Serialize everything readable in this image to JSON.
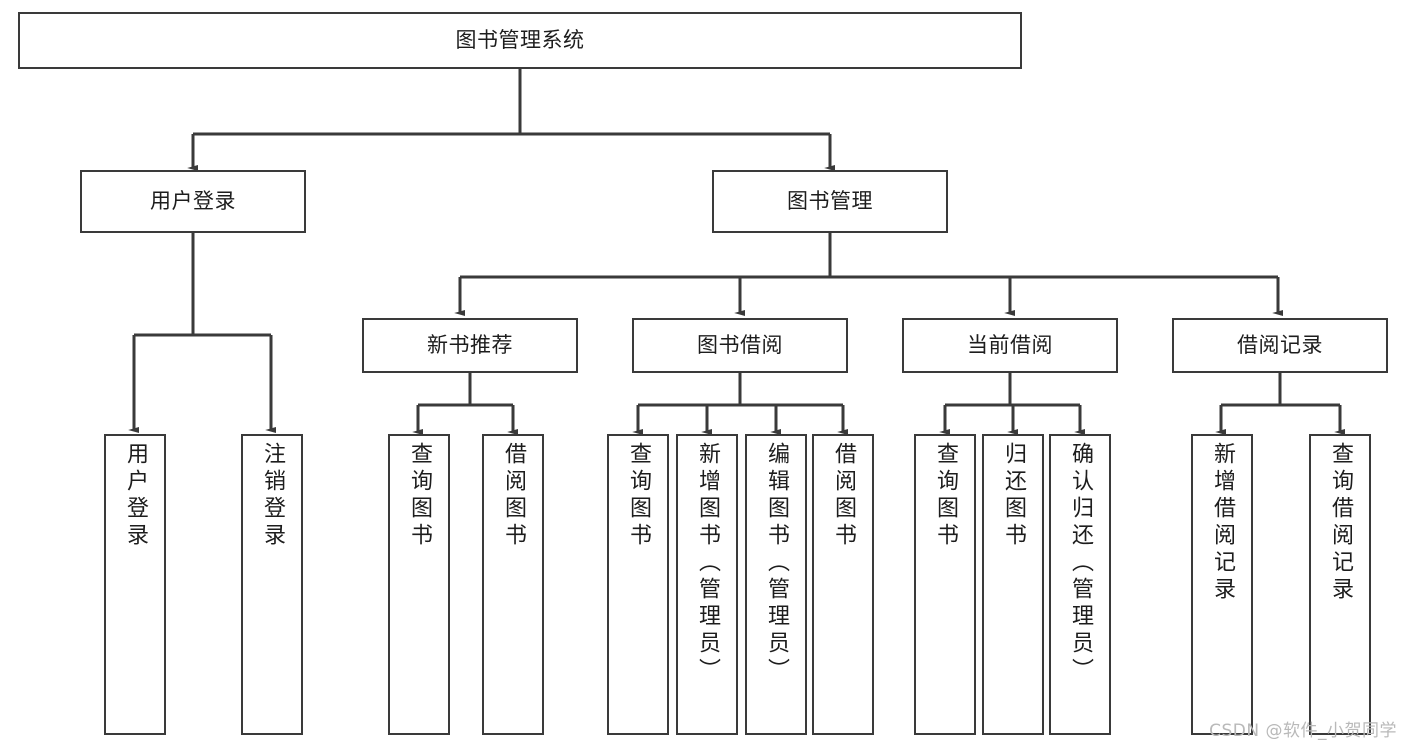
{
  "diagram": {
    "title": "图书管理系统",
    "watermark": "CSDN @软件_小贺同学",
    "line_color": "#3a3a3a",
    "box_fill": "#ffffff",
    "text_color": "#1d1d1d",
    "watermark_color": "#b9b9b9",
    "levels": {
      "root": {
        "label": "图书管理系统"
      },
      "level1": [
        {
          "id": "user-login",
          "label": "用户登录"
        },
        {
          "id": "book-management",
          "label": "图书管理"
        }
      ],
      "level2": [
        {
          "id": "new-book-recommend",
          "label": "新书推荐",
          "parent": "book-management"
        },
        {
          "id": "book-borrow",
          "label": "图书借阅",
          "parent": "book-management"
        },
        {
          "id": "current-borrow",
          "label": "当前借阅",
          "parent": "book-management"
        },
        {
          "id": "borrow-record",
          "label": "借阅记录",
          "parent": "book-management"
        }
      ],
      "leaves": [
        {
          "id": "leaf-user-login",
          "label": "用户登录",
          "parent": "user-login"
        },
        {
          "id": "leaf-logout",
          "label": "注销登录",
          "parent": "user-login"
        },
        {
          "id": "leaf-query-books-1",
          "label": "查询图书",
          "parent": "new-book-recommend"
        },
        {
          "id": "leaf-borrow-books-1",
          "label": "借阅图书",
          "parent": "new-book-recommend"
        },
        {
          "id": "leaf-query-books-2",
          "label": "查询图书",
          "parent": "book-borrow"
        },
        {
          "id": "leaf-add-book",
          "label": "新增图书（管理员）",
          "parent": "book-borrow"
        },
        {
          "id": "leaf-edit-book",
          "label": "编辑图书（管理员）",
          "parent": "book-borrow"
        },
        {
          "id": "leaf-borrow-books-2",
          "label": "借阅图书",
          "parent": "book-borrow"
        },
        {
          "id": "leaf-query-books-3",
          "label": "查询图书",
          "parent": "current-borrow"
        },
        {
          "id": "leaf-return-book",
          "label": "归还图书",
          "parent": "current-borrow"
        },
        {
          "id": "leaf-confirm-return",
          "label": "确认归还（管理员）",
          "parent": "current-borrow"
        },
        {
          "id": "leaf-add-record",
          "label": "新增借阅记录",
          "parent": "borrow-record"
        },
        {
          "id": "leaf-query-record",
          "label": "查询借阅记录",
          "parent": "borrow-record"
        }
      ]
    }
  }
}
